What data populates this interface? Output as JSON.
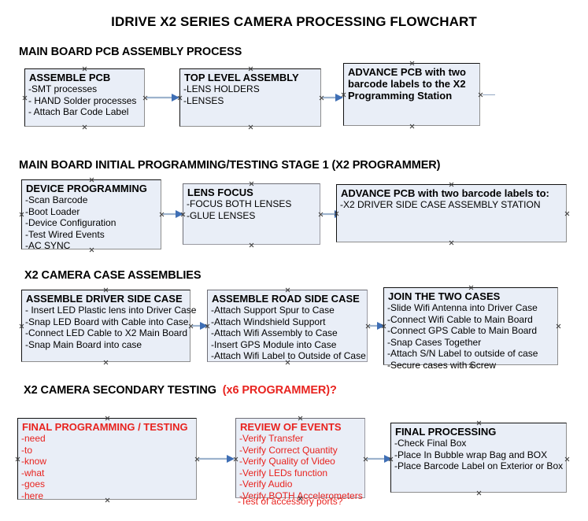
{
  "document": {
    "title": "IDRIVE X2  SERIES CAMERA PROCESSING FLOWCHART"
  },
  "sections": [
    {
      "id": "main-board-pcb-assembly",
      "heading": "MAIN BOARD PCB ASSEMBLY PROCESS",
      "heading_accent": "",
      "boxes": [
        {
          "id": "assemble-pcb",
          "title": "ASSEMBLE PCB",
          "lines": [
            "-SMT processes",
            "- HAND Solder processes",
            "- Attach Bar Code Label"
          ],
          "color": "black"
        },
        {
          "id": "top-level-assembly",
          "title": "TOP LEVEL ASSEMBLY",
          "lines": [
            "-LENS HOLDERS",
            "-LENSES"
          ],
          "color": "black"
        },
        {
          "id": "advance-pcb-to-programming-station",
          "title": "ADVANCE PCB with two barcode labels to the  X2 Programming Station",
          "lines": [],
          "color": "black"
        }
      ]
    },
    {
      "id": "main-board-initial-programming",
      "heading": "MAIN BOARD INITIAL PROGRAMMING/TESTING STAGE 1 (X2 PROGRAMMER)",
      "heading_accent": "",
      "boxes": [
        {
          "id": "device-programming",
          "title": "DEVICE PROGRAMMING",
          "lines": [
            "-Scan Barcode",
            "-Boot Loader",
            "-Device Configuration",
            "-Test Wired Events",
            "-AC SYNC"
          ],
          "color": "black"
        },
        {
          "id": "lens-focus",
          "title": "LENS FOCUS",
          "lines": [
            "-FOCUS BOTH LENSES",
            "-GLUE LENSES"
          ],
          "color": "black"
        },
        {
          "id": "advance-pcb-to-driver-side-case",
          "title": "ADVANCE PCB with two barcode labels to:",
          "lines": [
            "-X2 DRIVER  SIDE  CASE  ASSEMBLY STATION"
          ],
          "color": "black"
        }
      ]
    },
    {
      "id": "x2-camera-case-assemblies",
      "heading": "X2 CAMERA CASE ASSEMBLIES",
      "heading_accent": "",
      "boxes": [
        {
          "id": "assemble-driver-side-case",
          "title": "ASSEMBLE DRIVER SIDE CASE",
          "lines": [
            "- Insert LED Plastic lens into Driver Case",
            "-Snap LED Board with Cable into Case",
            "-Connect LED Cable to X2 Main Board",
            "-Snap Main Board into case"
          ],
          "color": "black"
        },
        {
          "id": "assemble-road-side-case",
          "title": "ASSEMBLE ROAD SIDE CASE",
          "lines": [
            "-Attach Support Spur to Case",
            "-Attach Windshield Support",
            "-Attach Wifi Assembly to Case",
            "-Insert GPS Module into Case",
            "-Attach Wifi Label to Outside of Case"
          ],
          "color": "black"
        },
        {
          "id": "join-the-two-cases",
          "title": "JOIN THE TWO CASES",
          "lines": [
            "-Slide Wifi Antenna into Driver Case",
            "-Connect Wifi Cable to Main Board",
            "-Connect GPS Cable to Main Board",
            "-Snap Cases Together",
            "-Attach S/N Label to outside of case",
            "-Secure cases with Screw"
          ],
          "color": "black"
        }
      ]
    },
    {
      "id": "x2-camera-secondary-testing",
      "heading": "X2 CAMERA SECONDARY TESTING",
      "heading_accent": "(x6 PROGRAMMER)?",
      "boxes": [
        {
          "id": "final-programming-testing",
          "title": "FINAL PROGRAMMING / TESTING",
          "lines": [
            "-need",
            "-to",
            "-know",
            "-what",
            "-goes",
            "-here"
          ],
          "color": "red"
        },
        {
          "id": "review-of-events",
          "title": "REVIEW OF EVENTS",
          "lines": [
            "-Verify Transfer",
            "-Verify Correct Quantity",
            "-Verify Quality of Video",
            "-Verify LEDs function",
            "-Verify Audio",
            "-Verify BOTH Accelerometers"
          ],
          "overflow_line": "-Test of accessory ports?",
          "color": "red"
        },
        {
          "id": "final-processing",
          "title": "FINAL PROCESSING",
          "lines": [
            " -Check Final Box",
            "-Place In Bubble wrap Bag and BOX",
            "-Place Barcode Label on Exterior or Box"
          ],
          "color": "black"
        }
      ]
    }
  ],
  "colors": {
    "box_fill": "#e9eef7",
    "box_border": "#111111",
    "box_border_shadow": "#8e8e8e",
    "arrow": "#9db3cd",
    "arrow_head": "#3f6fb5",
    "accent_red": "#e8231f",
    "text": "#000000",
    "handle": "#3b3b3b",
    "background": "#ffffff"
  }
}
